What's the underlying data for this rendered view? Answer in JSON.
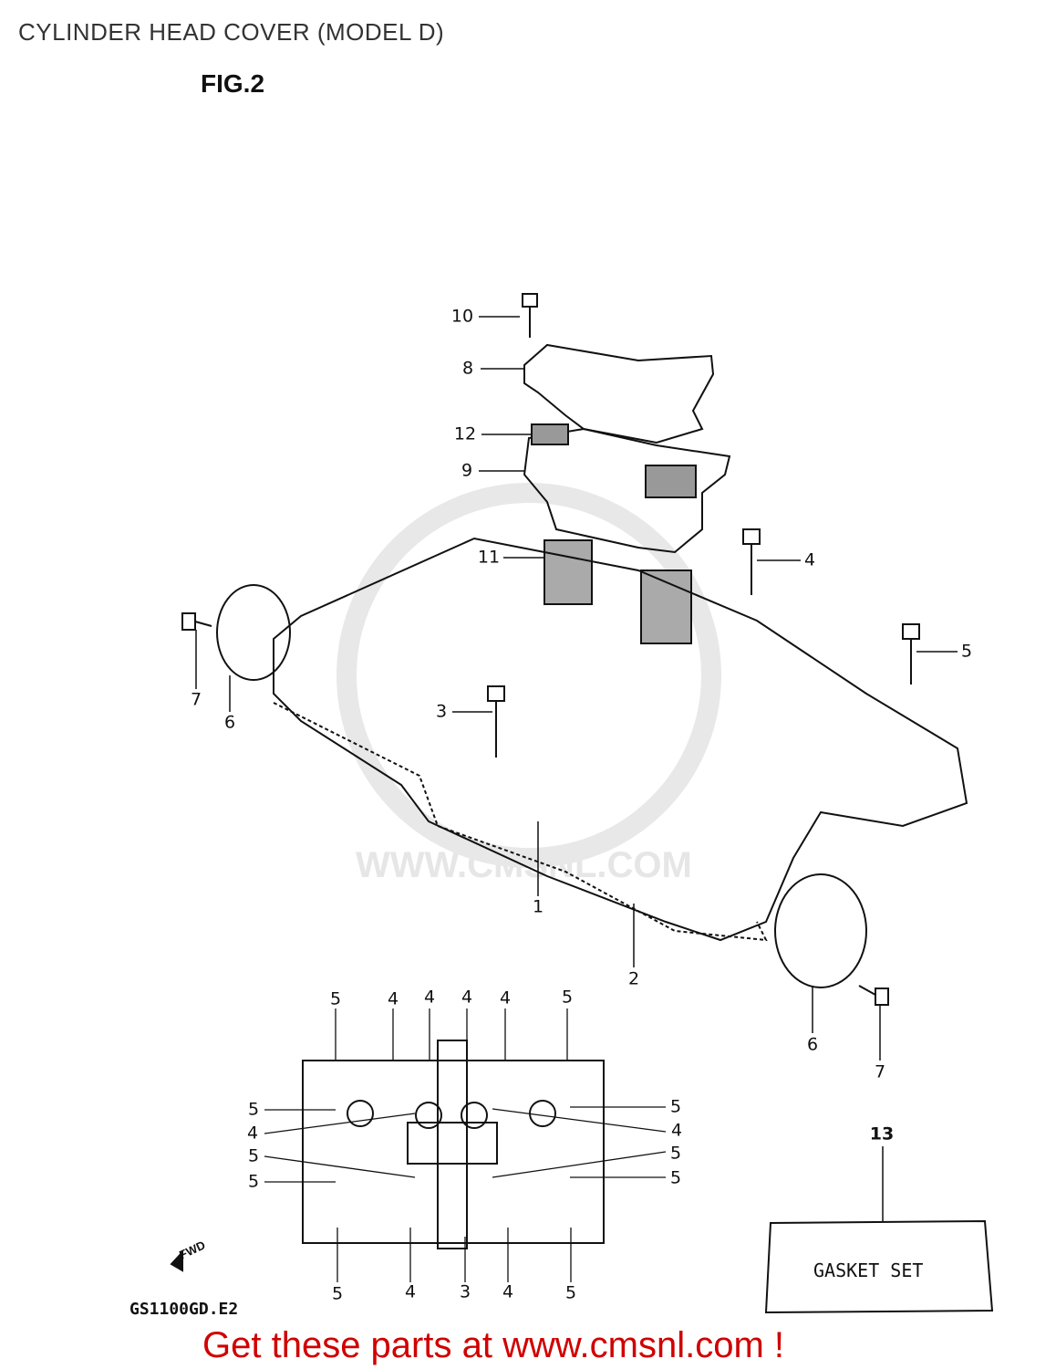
{
  "header": {
    "title": "CYLINDER HEAD COVER (MODEL D)",
    "figure": "FIG.2"
  },
  "watermark": "WWW.CMSNL.COM",
  "main_callouts": [
    "10",
    "8",
    "12",
    "9",
    "11",
    "4",
    "5",
    "3",
    "7",
    "6",
    "1",
    "2",
    "6",
    "7",
    "13"
  ],
  "plan_view": {
    "top": [
      "5",
      "4",
      "4",
      "4",
      "4",
      "5"
    ],
    "left": [
      "5",
      "4",
      "5",
      "5"
    ],
    "right": [
      "5",
      "4",
      "5",
      "5"
    ],
    "bottom": [
      "5",
      "4",
      "3",
      "4",
      "5"
    ],
    "direction_marker": "FWD"
  },
  "gasket_set": {
    "label": "GASKET SET"
  },
  "footer": {
    "diagram_code": "GS1100GD.E2",
    "promo_link": "Get these parts at www.cmsnl.com !"
  },
  "colors": {
    "promo": "#d00000",
    "line": "#111111"
  }
}
